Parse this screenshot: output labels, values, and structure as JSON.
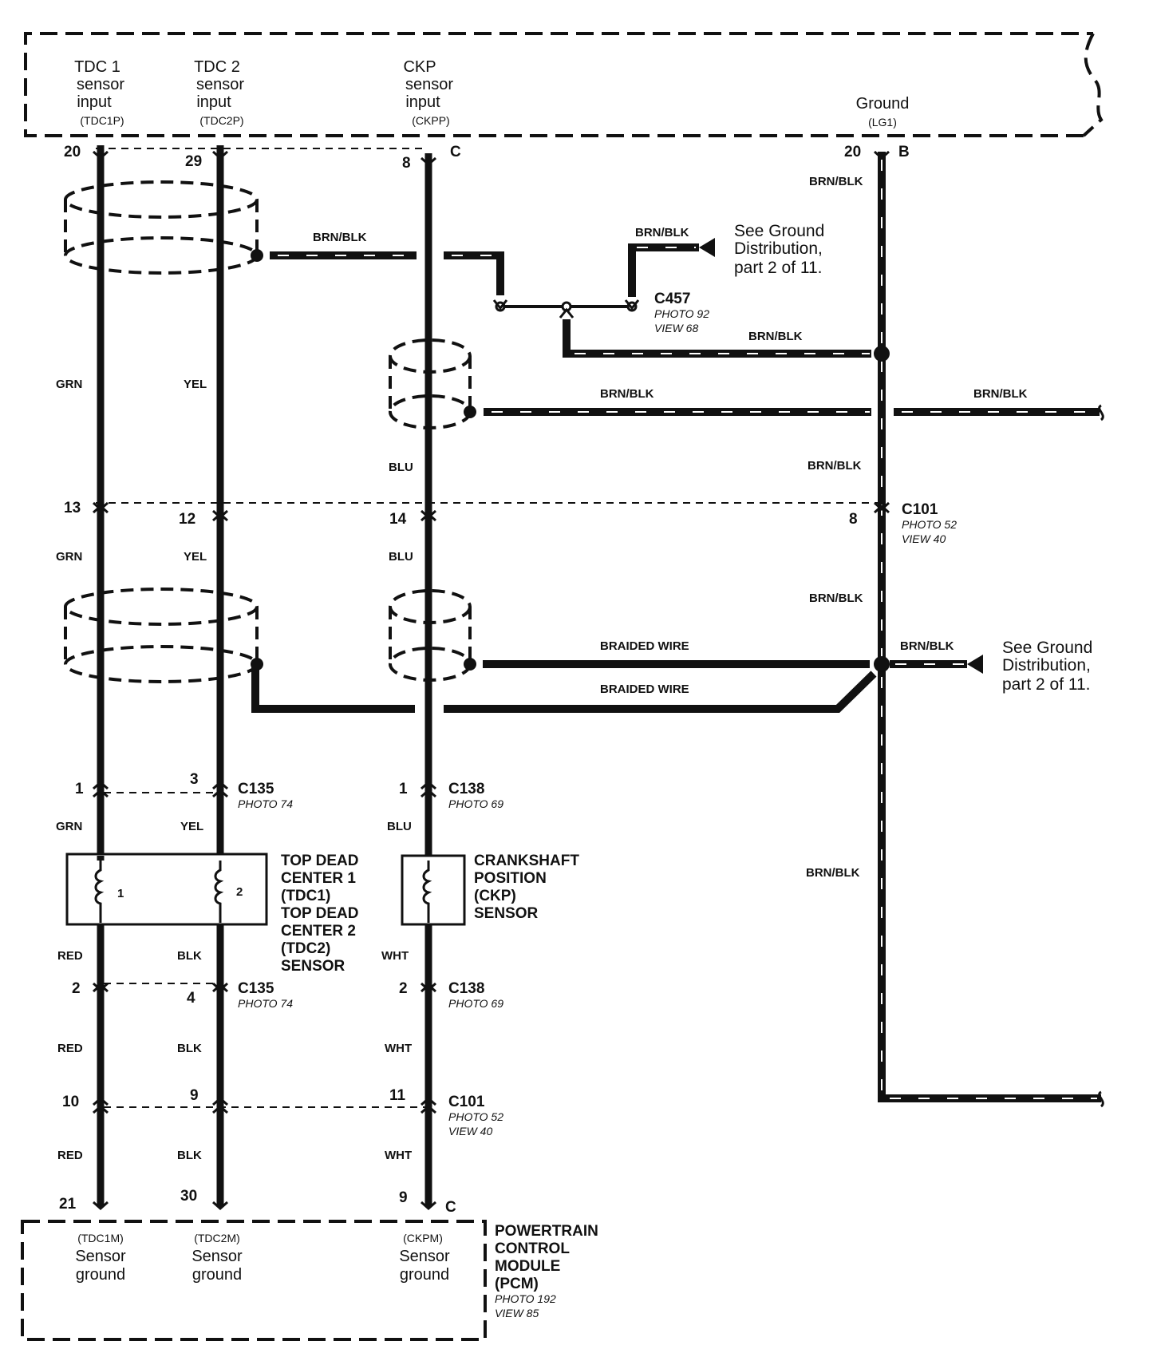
{
  "pcm_top": {
    "tdc1_input": {
      "lines": [
        "TDC 1",
        "sensor",
        "input"
      ],
      "code": "(TDC1P)"
    },
    "tdc2_input": {
      "lines": [
        "TDC 2",
        "sensor",
        "input"
      ],
      "code": "(TDC2P)"
    },
    "ckp_input": {
      "lines": [
        "CKP",
        "sensor",
        "input"
      ],
      "code": "(CKPP)"
    },
    "ground": {
      "lines": [
        "Ground"
      ],
      "code": "(LG1)"
    }
  },
  "pcm_bottom": {
    "tdc1_ground": {
      "code": "(TDC1M)",
      "lines": [
        "Sensor",
        "ground"
      ]
    },
    "tdc2_ground": {
      "code": "(TDC2M)",
      "lines": [
        "Sensor",
        "ground"
      ]
    },
    "ckp_ground": {
      "code": "(CKPM)",
      "lines": [
        "Sensor",
        "ground"
      ]
    },
    "module_name": [
      "POWERTRAIN",
      "CONTROL",
      "MODULE",
      "(PCM)"
    ],
    "photo": "PHOTO 192",
    "view": "VIEW 85"
  },
  "pins": {
    "top_tdc1": "20",
    "top_tdc2": "29",
    "top_ckp": "8",
    "top_ckp_letter": "C",
    "top_gnd": "20",
    "top_gnd_letter": "B",
    "c101a_tdc1": "13",
    "c101a_tdc2": "12",
    "c101a_ckp": "14",
    "c101a_gnd": "8",
    "c135a_tdc1": "1",
    "c135a_tdc2": "3",
    "c138a_ckp": "1",
    "c135b_tdc1": "2",
    "c135b_tdc2": "4",
    "c138b_ckp": "2",
    "c101b_tdc1": "10",
    "c101b_tdc2": "9",
    "c101b_ckp": "11",
    "bot_tdc1": "21",
    "bot_tdc2": "30",
    "bot_ckp": "9",
    "bot_ckp_letter": "C"
  },
  "connectors": {
    "c457": {
      "id": "C457",
      "photo": "PHOTO 92",
      "view": "VIEW 68"
    },
    "c101_top": {
      "id": "C101",
      "photo": "PHOTO 52",
      "view": "VIEW 40"
    },
    "c135_top": {
      "id": "C135",
      "photo": "PHOTO 74"
    },
    "c138_top": {
      "id": "C138",
      "photo": "PHOTO 69"
    },
    "c135_bot": {
      "id": "C135",
      "photo": "PHOTO 74"
    },
    "c138_bot": {
      "id": "C138",
      "photo": "PHOTO 69"
    },
    "c101_bot": {
      "id": "C101",
      "photo": "PHOTO 52",
      "view": "VIEW 40"
    }
  },
  "wire_colors": {
    "grn_1": "GRN",
    "yel_1": "YEL",
    "blu_1": "BLU",
    "grn_2": "GRN",
    "yel_2": "YEL",
    "blu_2": "BLU",
    "grn_3": "GRN",
    "yel_3": "YEL",
    "blu_3": "BLU",
    "red_1": "RED",
    "blk_1": "BLK",
    "wht_1": "WHT",
    "red_2": "RED",
    "blk_2": "BLK",
    "wht_2": "WHT",
    "red_3": "RED",
    "blk_3": "BLK",
    "wht_3": "WHT",
    "brnblk_gnd1": "BRN/BLK",
    "brnblk_shield1": "BRN/BLK",
    "brnblk_c457": "BRN/BLK",
    "brnblk_c457out": "BRN/BLK",
    "brnblk_ckpshield": "BRN/BLK",
    "brnblk_right1": "BRN/BLK",
    "brnblk_gnd2": "BRN/BLK",
    "brnblk_gnd3": "BRN/BLK",
    "brnblk_right2": "BRN/BLK",
    "brnblk_gnd4": "BRN/BLK",
    "braided_1": "BRAIDED WIRE",
    "braided_2": "BRAIDED WIRE"
  },
  "components": {
    "tdc_sensor": [
      "TOP DEAD",
      "CENTER 1",
      "(TDC1)",
      "TOP DEAD",
      "CENTER 2",
      "(TDC2)",
      "SENSOR"
    ],
    "tdc_coil_1": "1",
    "tdc_coil_2": "2",
    "ckp_sensor": [
      "CRANKSHAFT",
      "POSITION",
      "(CKP)",
      "SENSOR"
    ]
  },
  "notes": {
    "ground_dist_1": [
      "See Ground",
      "Distribution,",
      "part 2 of 11."
    ],
    "ground_dist_2": [
      "See Ground",
      "Distribution,",
      "part 2 of 11."
    ]
  }
}
